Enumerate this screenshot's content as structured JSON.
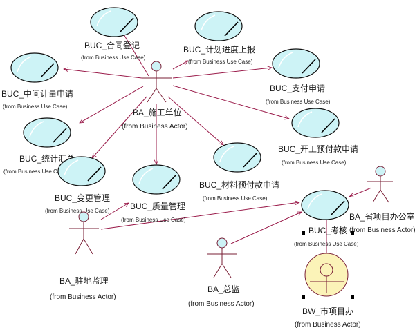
{
  "use_cases": [
    {
      "id": "contract",
      "name": "BUC_合同登记",
      "from": "(from Business Use Case)"
    },
    {
      "id": "progress",
      "name": "BUC_计划进度上报",
      "from": "(from Business Use Case)"
    },
    {
      "id": "interim",
      "name": "BUC_中间计量申请",
      "from": "(from Business Use Case)"
    },
    {
      "id": "payment",
      "name": "BUC_支付申请",
      "from": "(from Business Use Case)"
    },
    {
      "id": "summary",
      "name": "BUC_统计汇总",
      "from": "(from Business Use Case)"
    },
    {
      "id": "startpay",
      "name": "BUC_开工预付款申请",
      "from": "(from Business Use Case)"
    },
    {
      "id": "change",
      "name": "BUC_变更管理",
      "from": "(from Business Use Case)"
    },
    {
      "id": "quality",
      "name": "BUC_质量管理",
      "from": "(from Business Use Case)"
    },
    {
      "id": "material",
      "name": "BUC_材料预付款申请",
      "from": "(from Business Use Case)"
    },
    {
      "id": "assess",
      "name": "BUC_考核",
      "from": "(from Business Use Case)"
    }
  ],
  "actors": [
    {
      "id": "construction",
      "name": "BA_施工单位",
      "from": "(from Business Actor)"
    },
    {
      "id": "province",
      "name": "BA_省项目办公室",
      "from": "(from Business Actor)"
    },
    {
      "id": "supervisor",
      "name": "BA_驻地监理",
      "from": "(from Business Actor)"
    },
    {
      "id": "chief",
      "name": "BA_总监",
      "from": "(from Business Actor)"
    }
  ],
  "workers": [
    {
      "id": "city",
      "name": "BW_市项目办",
      "from": "(from Business Actor)"
    }
  ],
  "colors": {
    "use_case_fill": "#cdf3f6",
    "association": "#9a1b4a",
    "worker_fill": "#fbf3b8"
  }
}
